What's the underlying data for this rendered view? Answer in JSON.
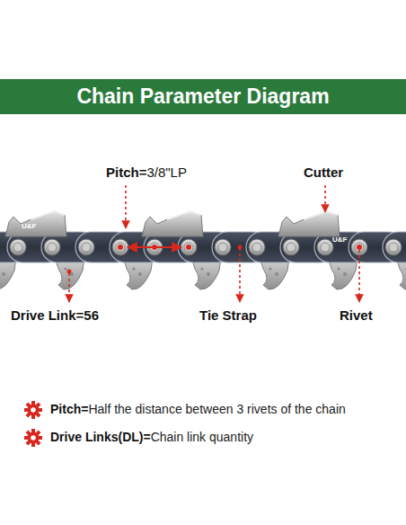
{
  "diagram": {
    "title": "Chain Parameter Diagram",
    "labels": [
      "Pitch=",
      "3/8\"LP",
      "Cutter",
      "U&F",
      "U&F",
      "Drive Link=56",
      "Tie Strap",
      "Rivet",
      "Pitch=",
      "Half the distance between 3 rivets of the chain",
      "Drive Links(DL)=",
      "Chain link quantity"
    ]
  }
}
